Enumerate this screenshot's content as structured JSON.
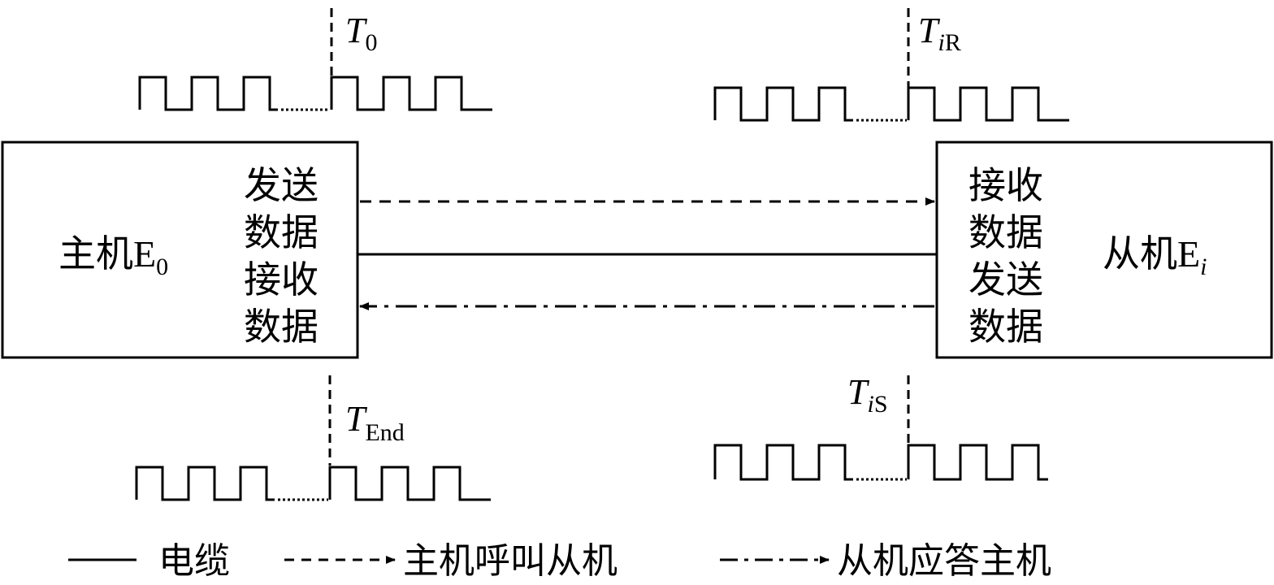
{
  "master": {
    "name": "主机",
    "entity": "E",
    "sub": "0",
    "lines": [
      "发送",
      "数据",
      "接收",
      "数据"
    ]
  },
  "slave": {
    "name": "从机",
    "entity": "E",
    "sub": "i",
    "lines": [
      "接收",
      "数据",
      "发送",
      "数据"
    ]
  },
  "timings": {
    "t0": {
      "letter": "T",
      "sub": "0"
    },
    "tiR": {
      "letter": "T",
      "sub_italic": "i",
      "sub": "R"
    },
    "tEnd": {
      "letter": "T",
      "sub": "End"
    },
    "tiS": {
      "letter": "T",
      "sub_italic": "i",
      "sub": "S"
    }
  },
  "legend": {
    "cable": "电缆",
    "call": "主机呼叫从机",
    "reply": "从机应答主机"
  },
  "colors": {
    "stroke": "#000000",
    "background": "#ffffff"
  }
}
